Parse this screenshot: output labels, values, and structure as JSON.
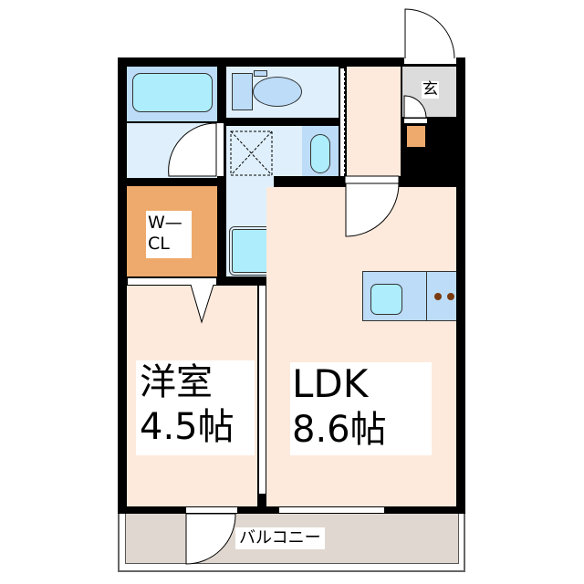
{
  "rooms": {
    "western_room": {
      "name": "洋室",
      "size": "4.5帖"
    },
    "ldk": {
      "name": "LDK",
      "size": "8.6帖"
    },
    "walk_in_closet": {
      "line1": "W—",
      "line2": "CL"
    },
    "entrance": {
      "name": "玄"
    },
    "balcony": {
      "name": "バルコニー"
    }
  },
  "colors": {
    "room_floor": "#fdeadc",
    "wet_area": "#dff0fc",
    "fixture": "#aeeefc",
    "closet": "#eeaa6c",
    "entrance": "#dcdcdc",
    "balcony": "#e0d8d0",
    "wall": "#000000"
  }
}
